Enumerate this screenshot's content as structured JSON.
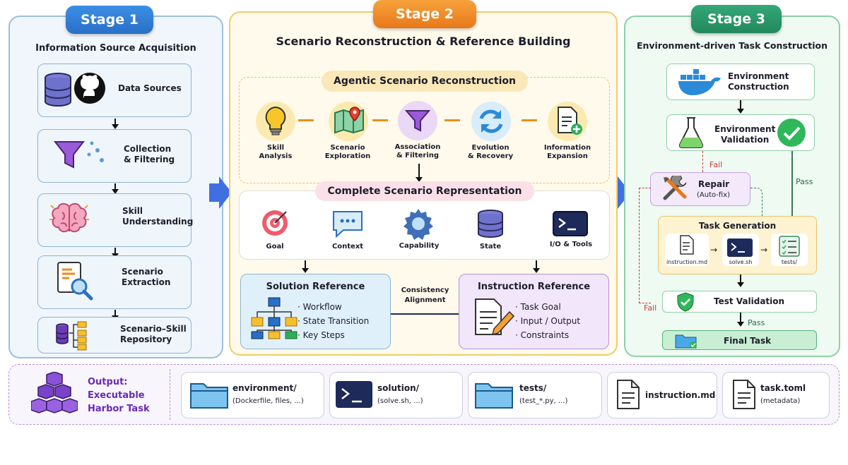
{
  "stage1": {
    "pill": "Stage 1",
    "title": "Information Source Acquisition",
    "steps": [
      {
        "label": "Data Sources"
      },
      {
        "label": "Collection\n& Filtering"
      },
      {
        "label": "Skill\nUnderstanding"
      },
      {
        "label": "Scenario\nExtraction"
      },
      {
        "label": "Scenario–Skill\nRepository"
      }
    ]
  },
  "stage2": {
    "pill": "Stage 2",
    "title": "Scenario Reconstruction & Reference Building",
    "agentic": {
      "title": "Agentic Scenario Reconstruction",
      "items": [
        "Skill\nAnalysis",
        "Scenario\nExploration",
        "Association\n& Filtering",
        "Evolution\n& Recovery",
        "Information\nExpansion"
      ]
    },
    "complete": {
      "title": "Complete Scenario Representation",
      "items": [
        "Goal",
        "Context",
        "Capability",
        "State",
        "I/O & Tools"
      ]
    },
    "solution": {
      "title": "Solution Reference",
      "bullets": [
        "· Workflow",
        "· State Transition",
        "· Key Steps"
      ]
    },
    "consistency": "Consistency\nAlignment",
    "instruction": {
      "title": "Instruction Reference",
      "bullets": [
        "· Task Goal",
        "· Input / Output",
        "· Constraints"
      ]
    }
  },
  "stage3": {
    "pill": "Stage 3",
    "title": "Environment-driven Task Construction",
    "env_construction": "Environment\nConstruction",
    "env_validation": "Environment\nValidation",
    "repair_title": "Repair",
    "repair_sub": "(Auto-fix)",
    "fail": "Fail",
    "pass": "Pass",
    "task_generation": {
      "title": "Task Generation",
      "files": [
        "instruction.md",
        "solve.sh",
        "tests/"
      ]
    },
    "test_validation": "Test Validation",
    "final_task": "Final Task"
  },
  "output": {
    "label": "Output:\nExecutable\nHarbor Task",
    "items": [
      {
        "name": "environment/",
        "sub": "(Dockerfile, files, ...)"
      },
      {
        "name": "solution/",
        "sub": "(solve.sh, ...)"
      },
      {
        "name": "tests/",
        "sub": "(test_*.py, ...)"
      },
      {
        "name": "instruction.md",
        "sub": ""
      },
      {
        "name": "task.toml",
        "sub": "(metadata)"
      }
    ]
  },
  "colors": {
    "stage1_pill": "#2f7fd8",
    "stage2_pill": "#f08a1c",
    "stage3_pill": "#2a9a6c",
    "stage1_bg": "#f0f6fc",
    "stage2_bg": "#fffaeb",
    "stage3_bg": "#eefaf2",
    "output_bg": "#f8f5fc",
    "output_label": "#6a2bb3"
  }
}
